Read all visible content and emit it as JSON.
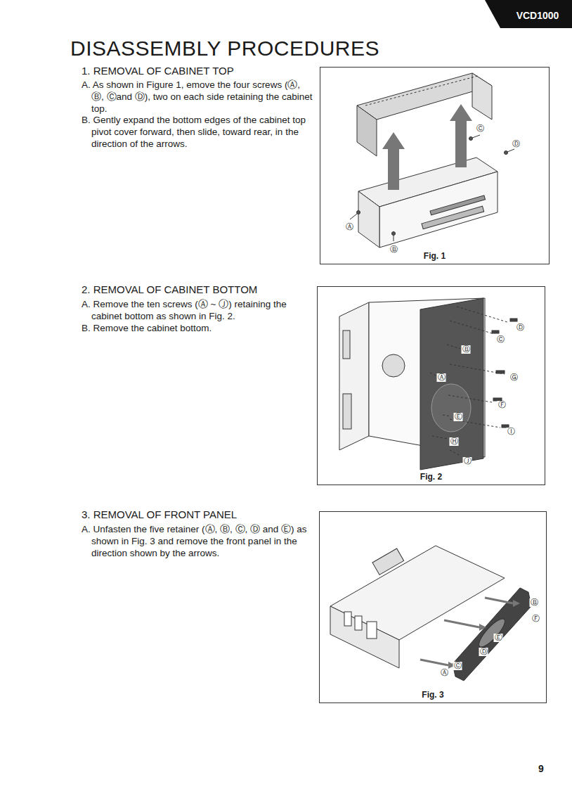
{
  "diagram": {
    "title": "DISASSEMBLY PROCEDURES",
    "nodes": [
      {
        "text": [
          "VCD1000"
        ]
      },
      {
        "text": [
          "Fig. 1"
        ]
      },
      {
        "text": [
          "Fig. 2"
        ]
      },
      {
        "text": [
          "Fig. 3"
        ]
      }
    ],
    "labels": [
      "1. REMOVAL OF CABINET TOP",
      "A. As shown in Figure 1, emove the four screws (Ⓐ, Ⓑ, Ⓒand Ⓓ), two on each side retaining the cabinet top.",
      "B. Gently expand the bottom edges of the cabinet top pivot cover forward, then slide, toward rear, in the direction of the arrows.",
      "Ⓒ",
      "Ⓓ",
      "Ⓐ",
      "Ⓑ",
      "2. REMOVAL OF CABINET BOTTOM",
      "A. Remove the ten screws (Ⓐ ~ Ⓙ) retaining the cabinet bottom as shown in Fig. 2.",
      "B. Remove the cabinet bottom.",
      "Ⓓ",
      "Ⓒ",
      "Ⓑ",
      "Ⓐ",
      "Ⓖ",
      "Ⓕ",
      "Ⓔ",
      "Ⓘ",
      "Ⓗ",
      "Ⓙ",
      "3. REMOVAL OF FRONT PANEL",
      "A. Unfasten the five retainer (Ⓐ, Ⓑ, Ⓒ, Ⓓ and Ⓔ) as shown in Fig. 3 and remove the front panel in the direction shown by the arrows.",
      "Ⓑ",
      "Ⓕ",
      "Ⓔ",
      "Ⓓ",
      "Ⓒ",
      "Ⓐ",
      "9"
    ]
  }
}
